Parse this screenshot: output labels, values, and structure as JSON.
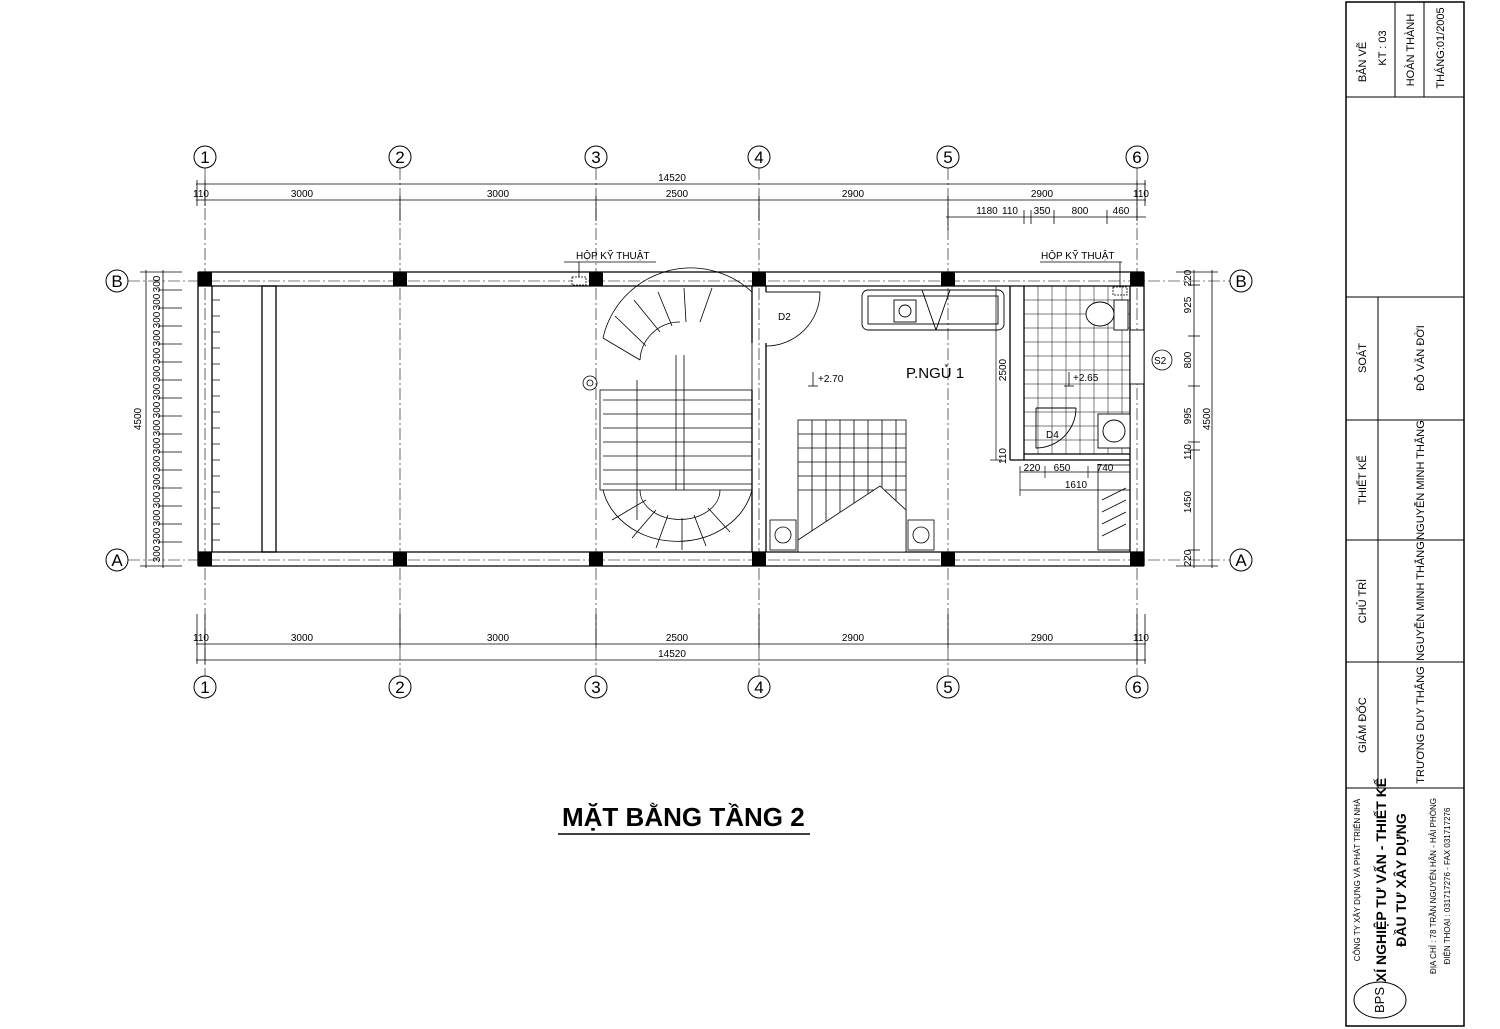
{
  "sheet": {
    "ban_ve_label": "BẢN VẼ",
    "ban_ve_code": "KT : 03",
    "completion_label": "HOÀN THÀNH",
    "completion_date": "THÁNG:01/2005"
  },
  "title_block": {
    "roles": [
      {
        "role": "SOÁT",
        "name": "ĐỖ VĂN ĐỜI"
      },
      {
        "role": "THIẾT KẾ",
        "name": "NGUYỄN MINH THẮNG"
      },
      {
        "role": "CHỦ TRÌ",
        "name": "NGUYỄN MINH THẮNG"
      },
      {
        "role": "GIÁM ĐỐC",
        "name": "TRƯƠNG DUY THẮNG"
      }
    ],
    "company_line1": "CÔNG TY XÂY DỰNG VÀ PHÁT TRIỂN NHÀ",
    "company_line2": "XÍ NGHIỆP TƯ VẤN - THIẾT KẾ",
    "company_line3": "ĐẦU TƯ XÂY DỰNG",
    "address": "ĐỊA CHỈ : 78 TRẦN NGUYÊN HÃN - HẢI PHÒNG",
    "phone": "ĐIỆN THOẠI : 031717276 - FAX 031717276",
    "logo_text": "BPS"
  },
  "drawing_title": "MẶT BẰNG TẦNG 2",
  "axes": {
    "columns": [
      "1",
      "2",
      "3",
      "4",
      "5",
      "6"
    ],
    "rows": [
      "B",
      "A"
    ]
  },
  "dimensions": {
    "overall_length": "14520",
    "spans": [
      "110",
      "3000",
      "3000",
      "2500",
      "2900",
      "2900",
      "110"
    ],
    "detail_top": [
      "1180",
      "110",
      "350",
      "800",
      "460"
    ],
    "left_overall": "4500",
    "left_steps": "300",
    "right_overall": "4500",
    "right_segments": [
      "220",
      "925",
      "800",
      "995",
      "110",
      "1450",
      "220"
    ],
    "wc_segments": [
      "220",
      "650",
      "740"
    ],
    "wc_total": "1610",
    "wc_height": "2500",
    "wc_wall": "110"
  },
  "labels": {
    "hop_ky_thuat": "HỘP KỸ THUẬT",
    "room": "P.NGỦ 1",
    "level_room": "+2.70",
    "level_wc": "+2.65",
    "door_d2": "D2",
    "door_d4": "D4",
    "window_s2": "S2"
  }
}
